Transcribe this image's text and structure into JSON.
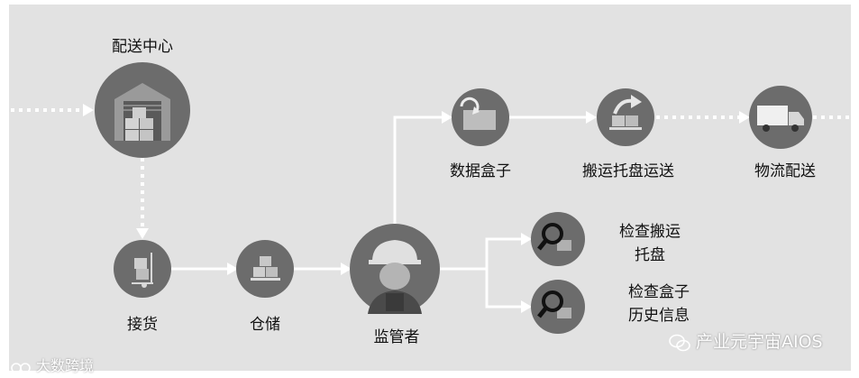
{
  "nodes": {
    "distribution_center": "配送中心",
    "receiving": "接货",
    "warehousing": "仓储",
    "supervisor": "监管者",
    "data_box": "数据盒子",
    "move_pallet": "搬运托盘运送",
    "logistics": "物流配送",
    "check_pallet": "检查搬运\n托盘",
    "check_history": "检查盒子\n历史信息"
  },
  "watermarks": {
    "wechat_account": "产业元宇宙AIOS",
    "source_logo": "大数跨境"
  },
  "colors": {
    "background": "#e2e2e2",
    "circle_fill": "#6c6c6c",
    "connector": "#ffffff",
    "icon_light": "#cfcfcf"
  }
}
